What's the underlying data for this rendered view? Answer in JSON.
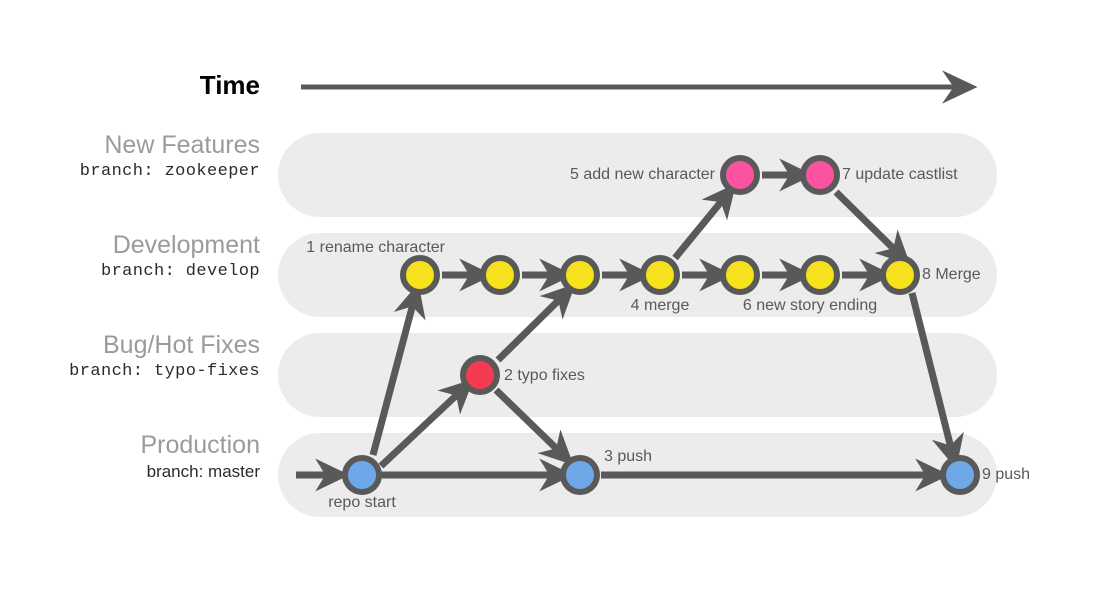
{
  "header": {
    "time_label": "Time",
    "time_arrow_icon": "right-arrow-icon"
  },
  "colors": {
    "band": "#ececec",
    "stroke": "#595959",
    "title_gray": "#9b9b9b",
    "caption_gray": "#595959",
    "node_yellow": "#f7e01e",
    "node_pink": "#fa539f",
    "node_red": "#f43b4f",
    "node_blue": "#6ea8e8",
    "background": "#ffffff"
  },
  "rows": [
    {
      "id": "new-features",
      "title": "New Features",
      "branch": "branch: zookeeper",
      "branch_mono": true
    },
    {
      "id": "development",
      "title": "Development",
      "branch": "branch: develop",
      "branch_mono": true
    },
    {
      "id": "bug-hot-fixes",
      "title": "Bug/Hot Fixes",
      "branch": "branch: typo-fixes",
      "branch_mono": true
    },
    {
      "id": "production",
      "title": "Production",
      "branch": "branch: master",
      "branch_mono": false
    }
  ],
  "commits": [
    {
      "id": "repo-start",
      "row": "production",
      "color": "node_blue",
      "caption": "repo start",
      "caption_pos": "below"
    },
    {
      "id": "c1",
      "number": "1",
      "row": "development",
      "color": "node_yellow",
      "caption": "1 rename character",
      "caption_pos": "above-left"
    },
    {
      "id": "c2",
      "number": "2",
      "row": "bug-hot-fixes",
      "color": "node_red",
      "caption": "2 typo fixes",
      "caption_pos": "right"
    },
    {
      "id": "c1b",
      "row": "development",
      "color": "node_yellow",
      "caption": "",
      "caption_pos": "none"
    },
    {
      "id": "c3",
      "number": "3",
      "row": "production",
      "color": "node_blue",
      "caption": "3 push",
      "caption_pos": "above-right"
    },
    {
      "id": "c4",
      "number": "4",
      "row": "development",
      "color": "node_yellow",
      "caption": "4 merge",
      "caption_pos": "below-right"
    },
    {
      "id": "c5",
      "number": "5",
      "row": "new-features",
      "color": "node_pink",
      "caption": "5 add new character",
      "caption_pos": "left"
    },
    {
      "id": "c6",
      "number": "6",
      "row": "development",
      "color": "node_yellow",
      "caption": "6 new story ending",
      "caption_pos": "below"
    },
    {
      "id": "c7",
      "number": "7",
      "row": "new-features",
      "color": "node_pink",
      "caption": "7  update castlist",
      "caption_pos": "right"
    },
    {
      "id": "c8",
      "number": "8",
      "row": "development",
      "color": "node_yellow",
      "caption": "8 Merge",
      "caption_pos": "right"
    },
    {
      "id": "c9",
      "number": "9",
      "row": "production",
      "color": "node_blue",
      "caption": "9 push",
      "caption_pos": "right"
    }
  ]
}
